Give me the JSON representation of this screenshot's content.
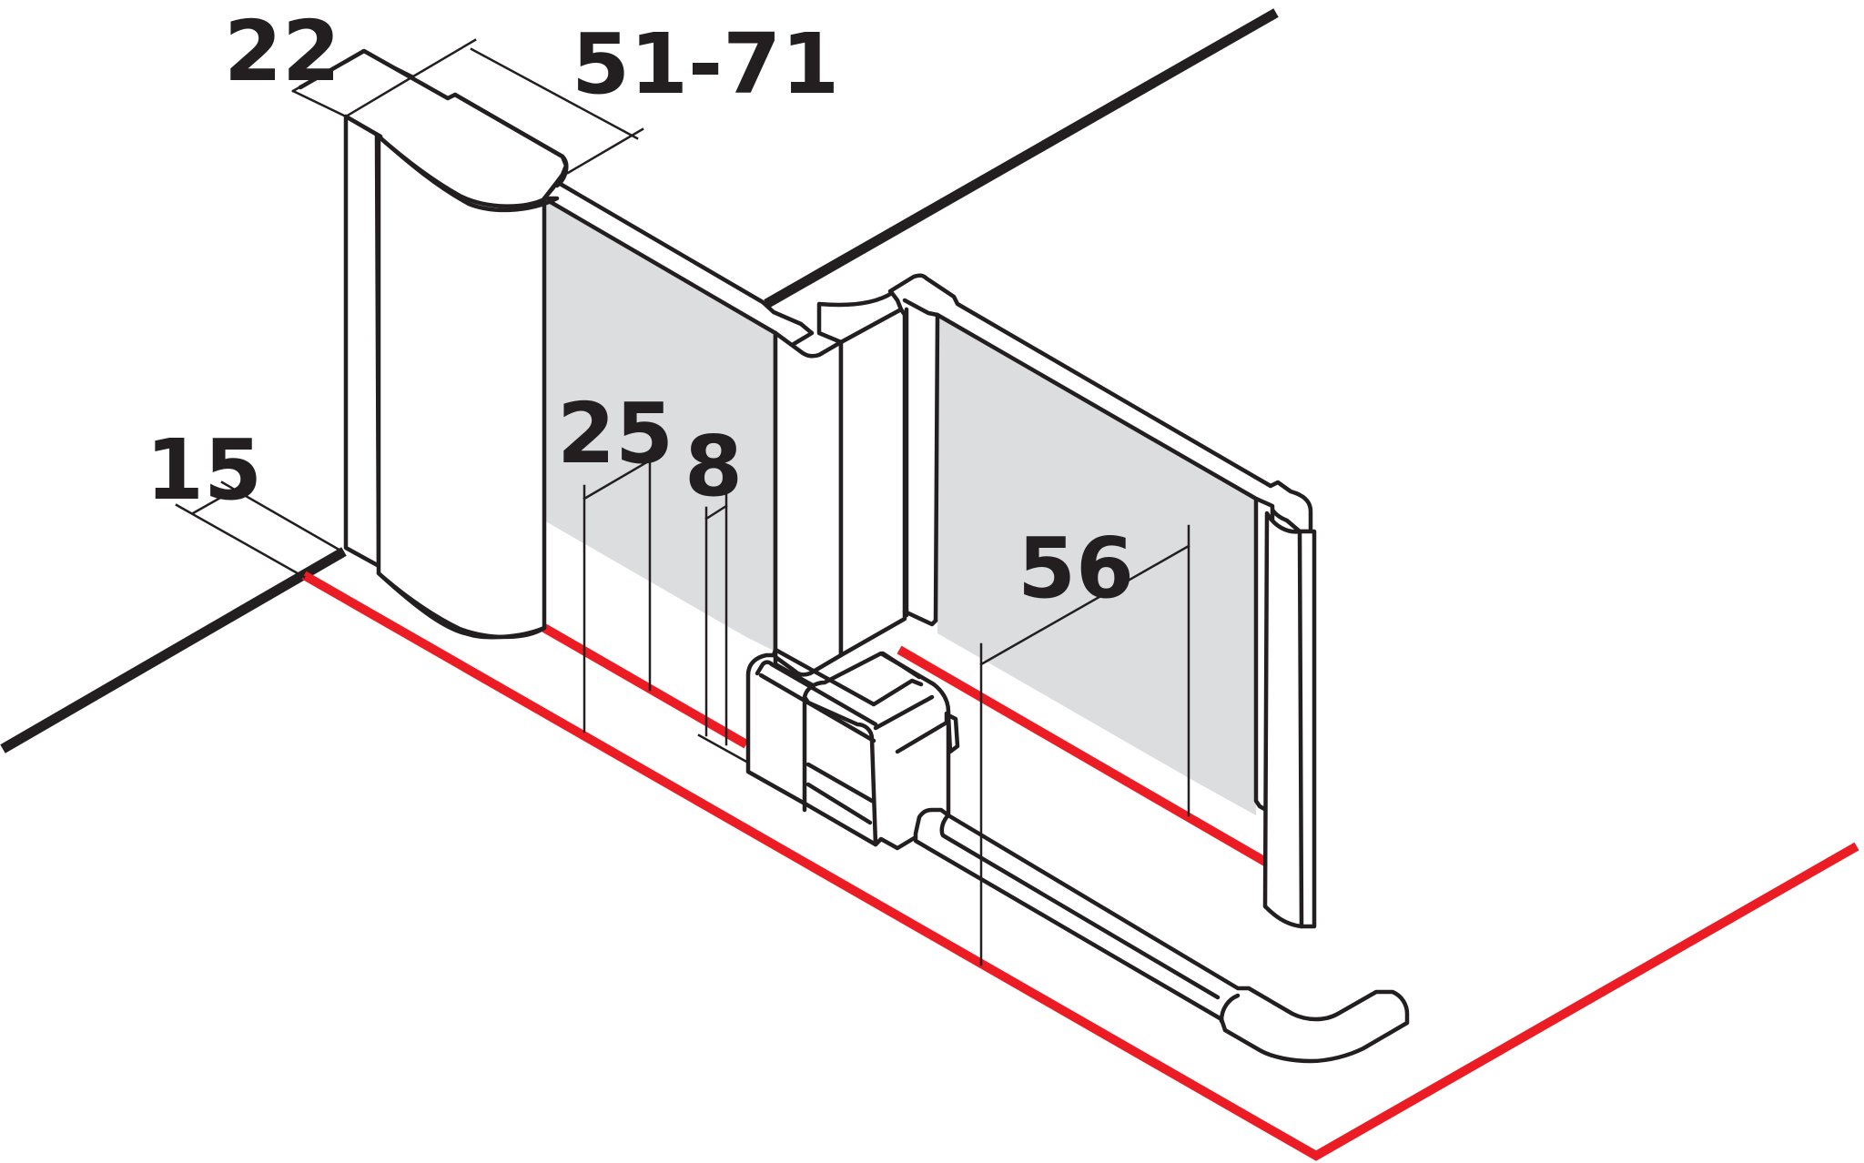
{
  "dimensions": {
    "d22": "22",
    "d51_71": "51-71",
    "d15": "15",
    "d25": "25",
    "d8": "8",
    "d56": "56"
  },
  "colors": {
    "outline": "#231f20",
    "glass": "#dcdddf",
    "floor_marking": "#ec1c24",
    "background": "#ffffff"
  }
}
